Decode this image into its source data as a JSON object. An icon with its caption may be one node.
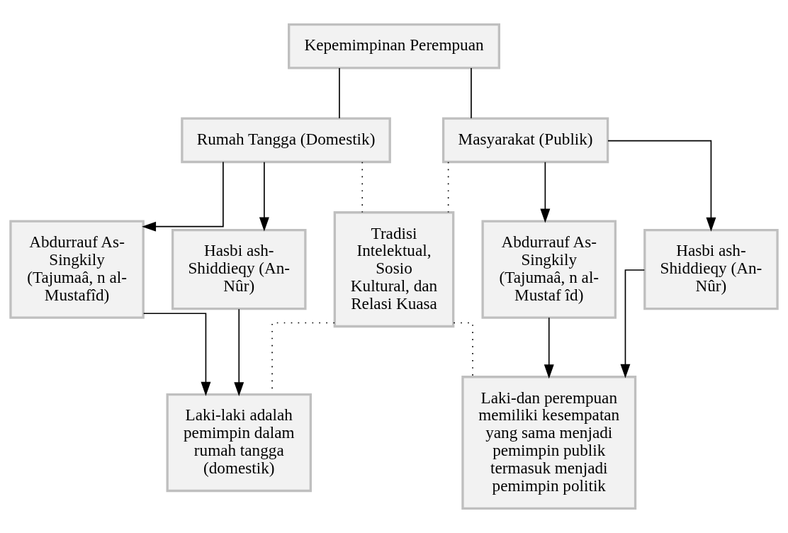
{
  "diagram": {
    "nodes": [
      {
        "text": [
          "Kepemimpinan Perempuan"
        ]
      },
      {
        "text": [
          "Rumah Tangga (Domestik)"
        ]
      },
      {
        "text": [
          "Masyarakat (Publik)"
        ]
      },
      {
        "text": [
          "Abdurrauf As-Singkily (Tajumaâ, n al-Mustafîd)"
        ]
      },
      {
        "text": [
          "Hasbi ash-Shiddieqy (An-Nûr)"
        ]
      },
      {
        "text": [
          "Tradisi Intelektual, Sosio Kultural, dan Relasi Kuasa"
        ]
      },
      {
        "text": [
          "Abdurrauf As-Singkily (Tajumaâ, n al-Mustaf îd)"
        ]
      },
      {
        "text": [
          "Hasbi ash-Shiddieqy (An-Nûr)"
        ]
      },
      {
        "text": [
          "Laki-laki adalah pemimpin dalam rumah tangga (domestik)"
        ]
      },
      {
        "text": [
          "Laki-dan perempuan memiliki kesempatan yang sama menjadi pemimpin publik termasuk menjadi pemimpin politik"
        ]
      }
    ],
    "edges": [
      {
        "from": 0,
        "to": 1,
        "arrow": "none"
      },
      {
        "from": 0,
        "to": 2,
        "arrow": "none"
      },
      {
        "from": 1,
        "to": 3,
        "arrow": "to"
      },
      {
        "from": 1,
        "to": 4,
        "arrow": "to"
      },
      {
        "from": 1,
        "to": 5,
        "arrow": "none",
        "style": "dashed"
      },
      {
        "from": 2,
        "to": 5,
        "arrow": "none",
        "style": "dashed"
      },
      {
        "from": 2,
        "to": 6,
        "arrow": "to"
      },
      {
        "from": 2,
        "to": 7,
        "arrow": "to"
      },
      {
        "from": 3,
        "to": 8,
        "arrow": "to"
      },
      {
        "from": 4,
        "to": 8,
        "arrow": "to"
      },
      {
        "from": 5,
        "to": 8,
        "arrow": "none",
        "style": "dashed"
      },
      {
        "from": 5,
        "to": 9,
        "arrow": "none",
        "style": "dashed"
      },
      {
        "from": 6,
        "to": 9,
        "arrow": "to"
      },
      {
        "from": 7,
        "to": 9,
        "arrow": "to"
      }
    ]
  }
}
